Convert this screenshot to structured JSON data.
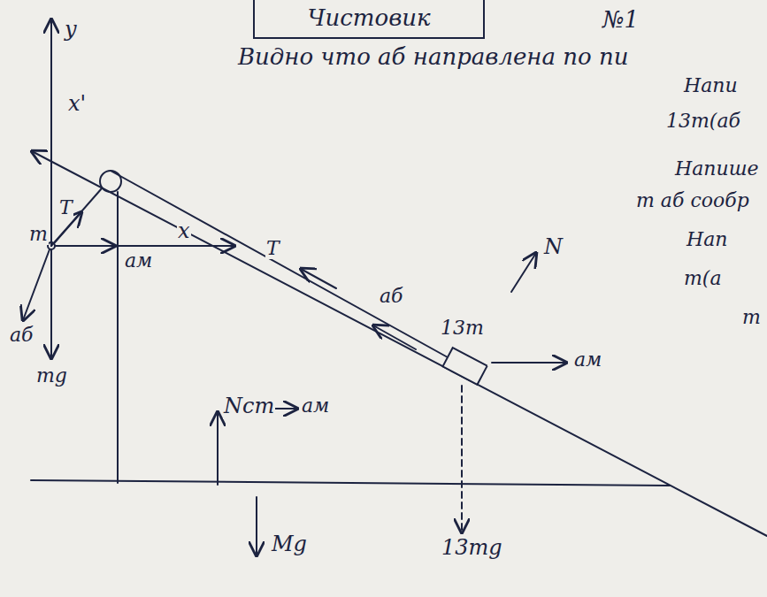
{
  "diagram": {
    "nodes": [
      {
        "text": [
          "Чистовик"
        ]
      },
      {
        "text": [
          "13m"
        ]
      }
    ],
    "labels": [
      "№1",
      "Видно что аб направлена по пи",
      "Напи",
      "13m(аб",
      "Напише",
      "m аб сообр",
      "Нап",
      "m(а",
      "m",
      "y",
      "x'",
      "T",
      "m",
      "x",
      "ам",
      "аб",
      "mg",
      "T",
      "аб",
      "N",
      "ам",
      "Nст",
      "ам",
      "Mg",
      "13mg"
    ]
  }
}
